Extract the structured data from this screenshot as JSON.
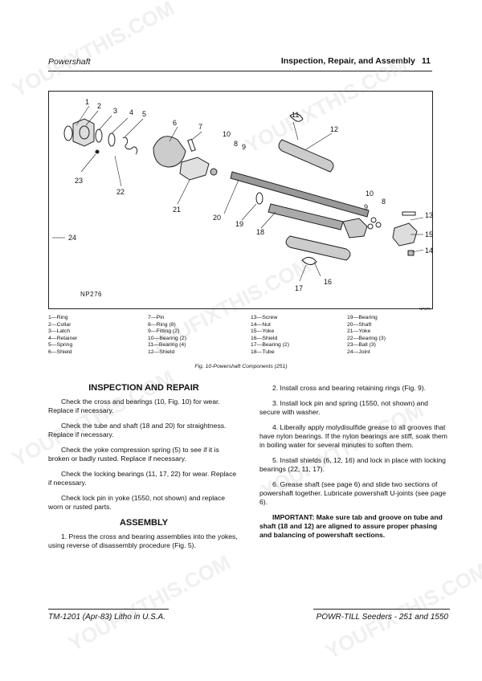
{
  "header": {
    "left": "Powershaft",
    "right": "Inspection, Repair, and Assembly",
    "page": "11"
  },
  "figure": {
    "code": "NP276",
    "code_small": "NP276",
    "callouts": [
      "1",
      "2",
      "3",
      "4",
      "5",
      "6",
      "7",
      "8",
      "9",
      "10",
      "11",
      "12",
      "13",
      "14",
      "15",
      "16",
      "17",
      "18",
      "19",
      "20",
      "21",
      "22",
      "23",
      "24",
      "10",
      "8",
      "9"
    ],
    "caption": "Fig. 10-Powershaft Components (251)"
  },
  "legend": [
    [
      "1—Ring",
      "2—Collar",
      "3—Latch",
      "4—Retainer",
      "5—Spring",
      "6—Shield"
    ],
    [
      "7—Pin",
      "8—Ring (8)",
      "9—Fitting (2)",
      "10—Bearing (2)",
      "11—Bearing (4)",
      "12—Shield"
    ],
    [
      "13—Screw",
      "14—Nut",
      "15—Yoke",
      "16—Shield",
      "17—Bearing (2)",
      "18—Tube"
    ],
    [
      "19—Bearing",
      "20—Shaft",
      "21—Yoke",
      "22—Bearing (3)",
      "23—Ball (3)",
      "24—Joint"
    ]
  ],
  "left_column": {
    "heading1": "INSPECTION AND REPAIR",
    "paras1": [
      "Check the cross and bearings (10, Fig. 10) for wear. Replace if necessary.",
      "Check the tube and shaft (18 and 20) for straightness. Replace if necessary.",
      "Check the yoke compression spring (5) to see if it is broken or badly rusted. Replace if necessary.",
      "Check the locking bearings (11, 17, 22) for wear. Replace if necessary.",
      "Check lock pin in yoke (1550, not shown) and replace worn or rusted parts."
    ],
    "heading2": "ASSEMBLY",
    "paras2": [
      "1. Press the cross and bearing assemblies into the yokes, using reverse of disassembly procedure (Fig. 5)."
    ]
  },
  "right_column": {
    "paras": [
      "2. Install cross and bearing retaining rings (Fig. 9).",
      "3. Install lock pin and spring (1550, not shown) and secure with washer.",
      "4. Liberally apply molydisulfide grease to all grooves that have nylon bearings. If the nylon bearings are stiff, soak them in boiling water for several minutes to soften them.",
      "5. Install shields (6, 12, 16) and lock in place with locking bearings (22, 11, 17).",
      "6. Grease shaft (see page 6) and slide two sections of powershaft together. Lubricate powershaft U-joints (see page 6)."
    ],
    "important": "IMPORTANT: Make sure tab and groove on tube and shaft (18 and 12) are aligned to assure proper phasing and balancing of powershaft sections."
  },
  "footer": {
    "left": "TM-1201 (Apr-83) Litho in U.S.A.",
    "right": "POWR-TILL Seeders - 251 and 1550"
  },
  "watermark": "YOUFIXTHIS.COM"
}
